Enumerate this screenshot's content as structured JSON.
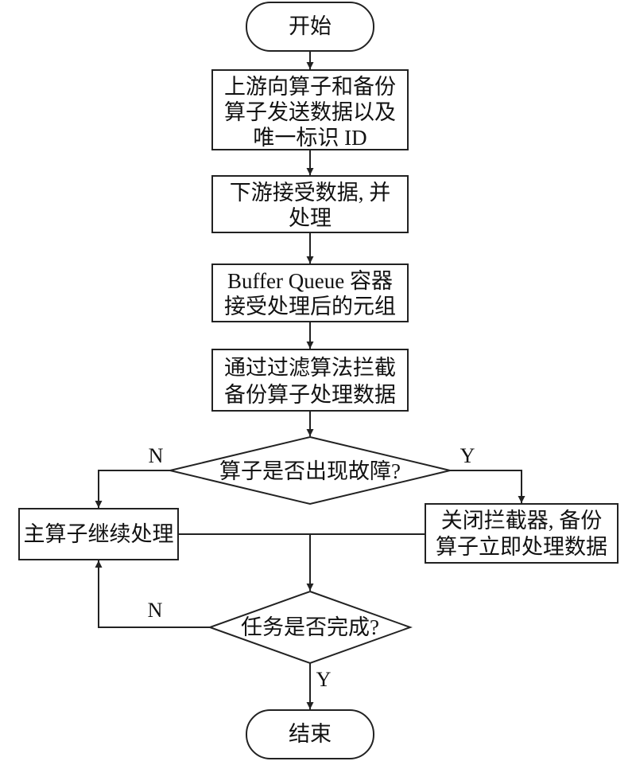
{
  "nodes": {
    "start": {
      "lines": [
        "开始"
      ]
    },
    "step_send": {
      "lines": [
        "上游向算子和备份",
        "算子发送数据以及",
        "唯一标识 ID"
      ]
    },
    "step_receive": {
      "lines": [
        "下游接受数据, 并",
        "处理"
      ]
    },
    "step_buffer": {
      "lines": [
        "Buffer Queue 容器",
        "接受处理后的元组"
      ]
    },
    "step_filter": {
      "lines": [
        "通过过滤算法拦截",
        "备份算子处理数据"
      ]
    },
    "decision_fault": {
      "lines": [
        "算子是否出现故障?"
      ]
    },
    "step_primary": {
      "lines": [
        "主算子继续处理"
      ]
    },
    "step_backup": {
      "lines": [
        "关闭拦截器, 备份",
        "算子立即处理数据"
      ]
    },
    "decision_done": {
      "lines": [
        "任务是否完成?"
      ]
    },
    "end": {
      "lines": [
        "结束"
      ]
    }
  },
  "edge_labels": {
    "fault_no": "N",
    "fault_yes": "Y",
    "done_no": "N",
    "done_yes": "Y"
  }
}
